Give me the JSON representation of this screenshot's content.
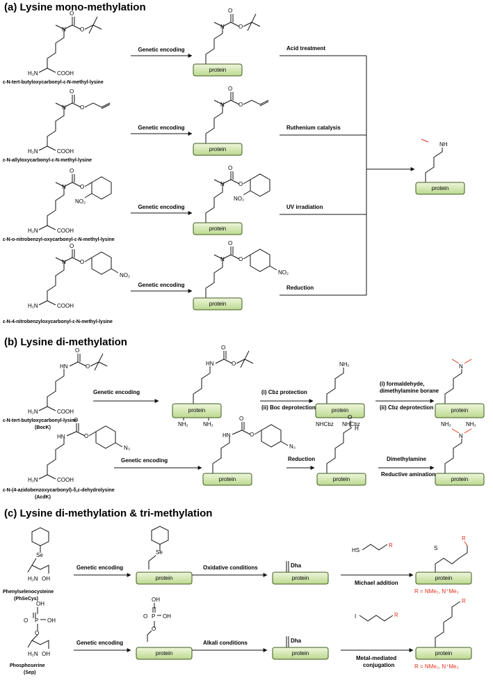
{
  "sections": {
    "a": "(a) Lysine mono-methylation",
    "b": "(b) Lysine di-methylation",
    "c": "(c) Lysine di-methylation & tri-methylation"
  },
  "protein_label": "protein",
  "labels": {
    "nh": "NH",
    "nh2": "NH₂",
    "cooh": "COOH",
    "h2n": "H₂N",
    "n": "N",
    "no2": "NO₂",
    "n3": "N₃",
    "nhcbz": "NHCbz",
    "o": "O",
    "hn": "HN",
    "h": "H",
    "se": "Se",
    "s": "S",
    "hs": "HS",
    "i": "I",
    "r": "R",
    "oh": "OH",
    "p": "P",
    "dha": "Dha"
  },
  "panel_a": {
    "rows": [
      {
        "compound": "ε-N-tert-butyloxycarbonyl-ε-N-methyl-lysine",
        "step": "Genetic encoding",
        "treatment": "Acid treatment"
      },
      {
        "compound": "ε-N-allyloxycarbonyl-ε-N-methyl-lysine",
        "step": "Genetic encoding",
        "treatment": "Ruthenium catalysis"
      },
      {
        "compound": "ε-N-o-nitrobenzyl-oxycarbonyl-ε-N-methyl-lysine",
        "step": "Genetic encoding",
        "treatment": "UV irradiation"
      },
      {
        "compound": "ε-N-4-nitrobenzyloxycarbonyl-ε-N-methyl-lysine",
        "step": "Genetic encoding",
        "treatment": "Reduction"
      }
    ]
  },
  "panel_b": {
    "row1": {
      "compound": "ε-N-tert-butyloxycarbonyl-lysine",
      "abbrev": "(BocK)",
      "step1": "Genetic encoding",
      "step2a": "(i) Cbz protection",
      "step2b": "(ii) Boc deprotection",
      "step3a": "(i) formaldehyde,",
      "step3a2": "dimethylamine borane",
      "step3b": "(ii) Cbz deprotection"
    },
    "row2": {
      "compound": "ε-N-(4-azidobenzoxycarbonyl)-δ,ε-dehydrolysine",
      "abbrev": "(AcdK)",
      "step1": "Genetic encoding",
      "step2": "Reduction",
      "step3a": "Dimethylamine",
      "step3b": "Reductive amination"
    }
  },
  "panel_c": {
    "row1": {
      "compound": "Phenylselenocysteine",
      "abbrev": "(PhSeCys)",
      "step1": "Genetic encoding",
      "step2": "Oxidative conditions",
      "step3": "Michael addition",
      "r_def": "R = NMe₂, N⁺Me₃"
    },
    "row2": {
      "compound": "Phosphoserine",
      "abbrev": "(Sep)",
      "step1": "Genetic encoding",
      "step2": "Alkali conditions",
      "step3a": "Metal-mediated",
      "step3b": "conjugation",
      "r_def": "R = NMe₂, N⁺Me₃"
    }
  },
  "colors": {
    "protein_fill_top": "#eef6dc",
    "protein_fill_bottom": "#bcd98f",
    "protein_stroke": "#3d5a1e",
    "accent_red": "#e0321c"
  }
}
